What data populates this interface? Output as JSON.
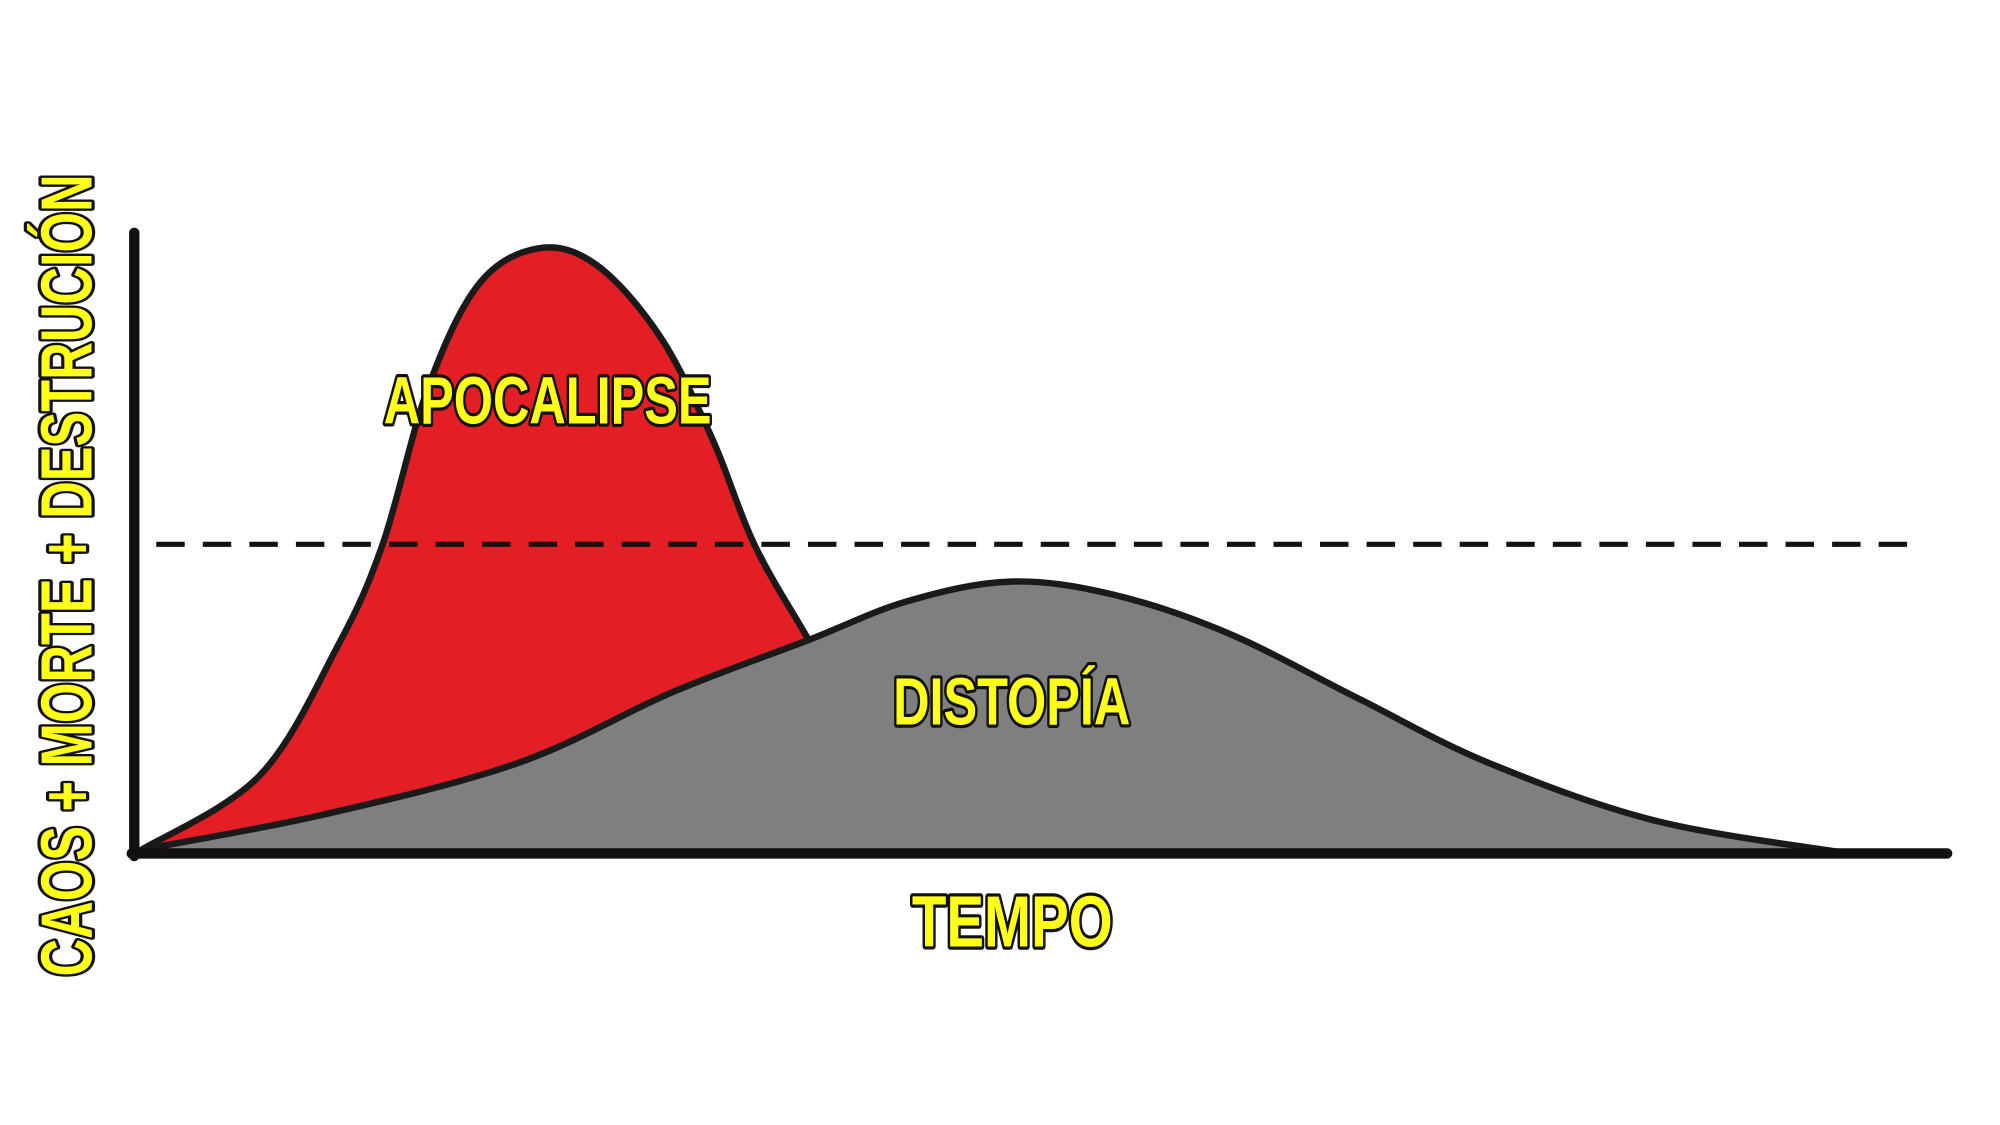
{
  "chart_data": {
    "type": "area",
    "title": "",
    "xlabel": "TEMPO",
    "ylabel": "CAOS + MORTE + DESTRUCIÓN",
    "xlim": [
      0,
      100
    ],
    "ylim": [
      0,
      100
    ],
    "grid": false,
    "threshold": {
      "y": 49.8,
      "style": "dashed"
    },
    "series": [
      {
        "name": "APOCALIPSE",
        "color": "#e31e24",
        "points": [
          [
            0.4,
            0.6
          ],
          [
            6.9,
            12.5
          ],
          [
            11.2,
            33.3
          ],
          [
            13.7,
            49.8
          ],
          [
            16.2,
            75
          ],
          [
            19.0,
            91.7
          ],
          [
            22.3,
            97.5
          ],
          [
            25.5,
            94.8
          ],
          [
            29.0,
            83.3
          ],
          [
            31.9,
            66.7
          ],
          [
            34.2,
            49.8
          ],
          [
            37.2,
            34.4
          ],
          [
            41.2,
            14.6
          ],
          [
            45.4,
            2.1
          ],
          [
            48.3,
            0
          ]
        ]
      },
      {
        "name": "DISTOPÍA",
        "color": "#7f7f7f",
        "points": [
          [
            0.4,
            0.6
          ],
          [
            10.5,
            6.3
          ],
          [
            21.2,
            14.6
          ],
          [
            29.7,
            26
          ],
          [
            37.2,
            34.4
          ],
          [
            42.6,
            40.6
          ],
          [
            48.3,
            43.8
          ],
          [
            54,
            41.7
          ],
          [
            60.4,
            35.4
          ],
          [
            67.5,
            25
          ],
          [
            74.7,
            14.6
          ],
          [
            84,
            5.2
          ],
          [
            94.6,
            0
          ]
        ]
      }
    ],
    "annotations": [
      {
        "text": "APOCALIPSE",
        "x": 22.8,
        "y": 73
      },
      {
        "text": "DISTOPÍA",
        "x": 48.4,
        "y": 24.5
      }
    ]
  }
}
